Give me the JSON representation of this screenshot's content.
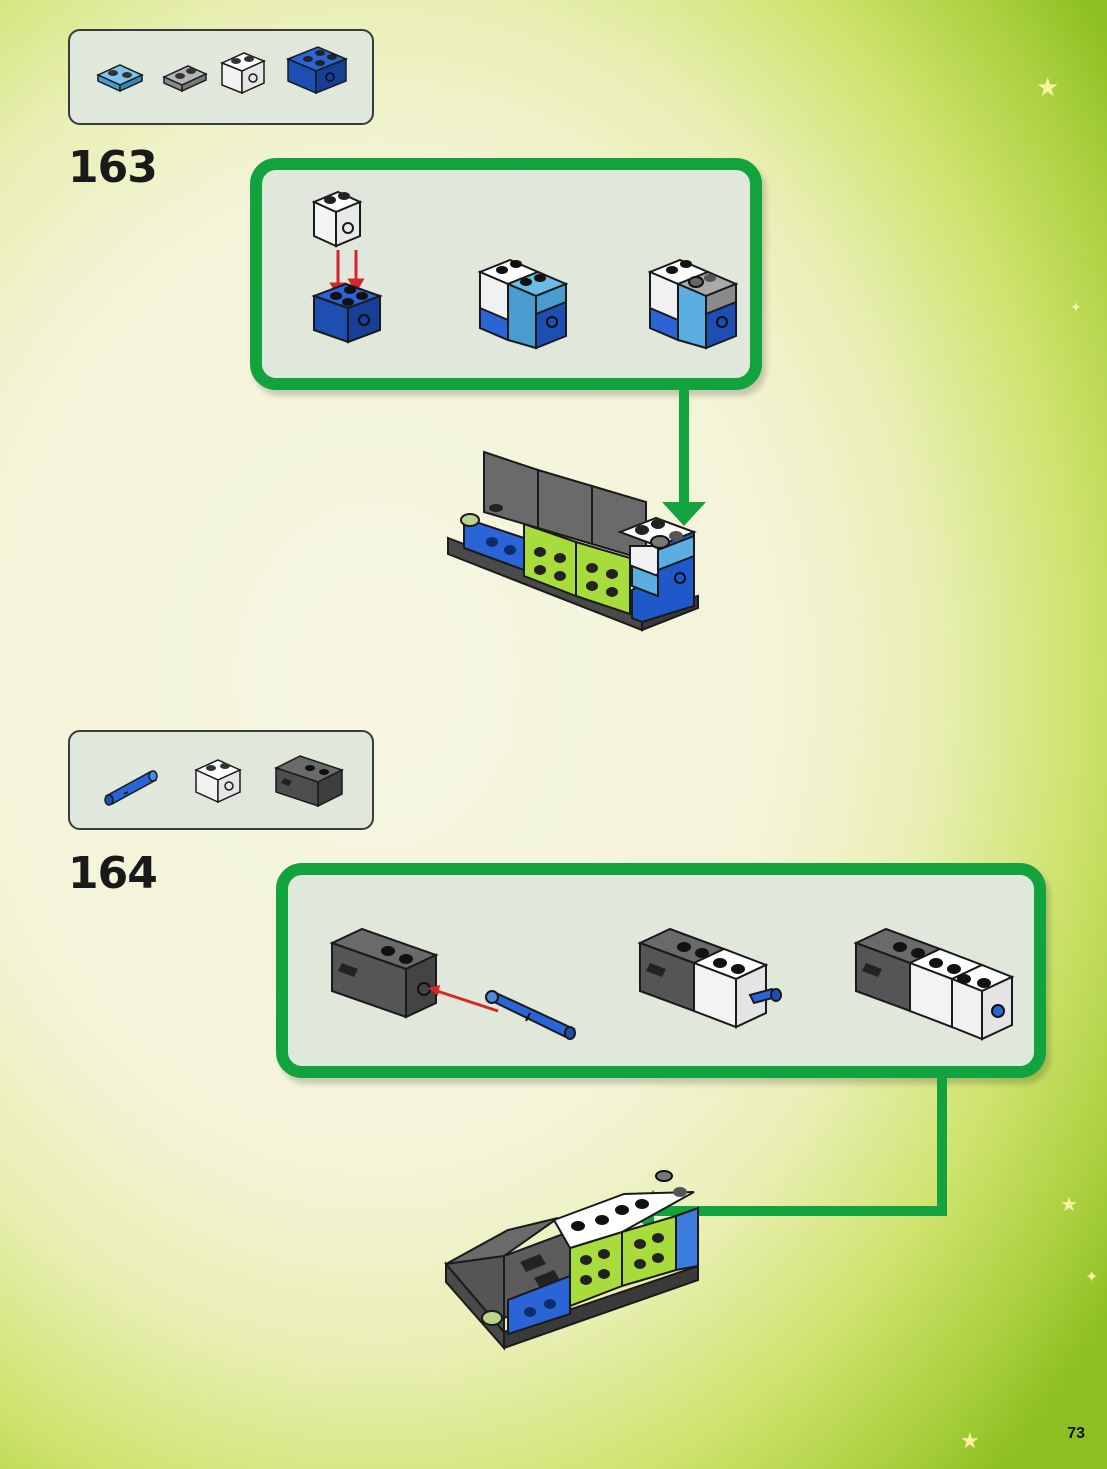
{
  "page": {
    "number": "73"
  },
  "steps": [
    {
      "label": "163"
    },
    {
      "label": "164"
    }
  ],
  "colors": {
    "frame_green": "#12a23e",
    "panel_fill": "#dfe8da",
    "assembly_arrow": "#d6252b",
    "brick_blue": "#1f58c8",
    "brick_light_blue": "#5aaee0",
    "brick_lime": "#a8dc3c",
    "brick_white": "#ffffff",
    "brick_dark_gray": "#5a5a5a",
    "brick_gray": "#9a9a9a"
  },
  "icons": {
    "step163_parts": [
      "light-blue-plate-icon",
      "gray-plate-icon",
      "white-technic-brick-icon",
      "blue-technic-brick-icon"
    ],
    "step164_parts": [
      "blue-technic-pin-icon",
      "white-technic-brick-icon",
      "dark-gray-axle-connector-icon"
    ]
  }
}
